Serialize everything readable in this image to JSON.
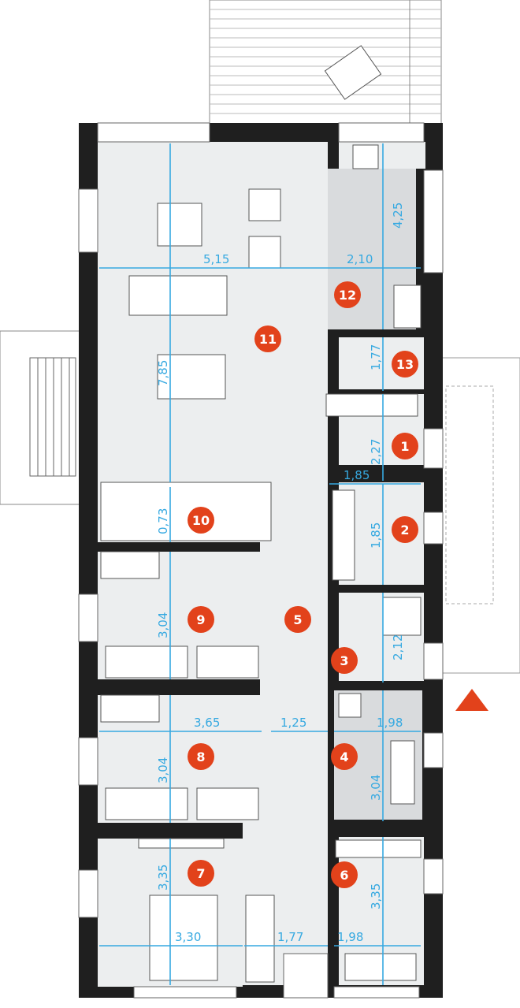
{
  "rooms": [
    {
      "label": "1"
    },
    {
      "label": "2"
    },
    {
      "label": "3"
    },
    {
      "label": "4"
    },
    {
      "label": "5"
    },
    {
      "label": "6"
    },
    {
      "label": "7"
    },
    {
      "label": "8"
    },
    {
      "label": "9"
    },
    {
      "label": "10"
    },
    {
      "label": "11"
    },
    {
      "label": "12"
    },
    {
      "label": "13"
    }
  ],
  "dimensions": [
    "5,15",
    "2,10",
    "4,25",
    "7,85",
    "1,77",
    "2,27",
    "1,85",
    "1,85",
    "0,73",
    "3,04",
    "2,12",
    "3,65",
    "1,25",
    "1,98",
    "3,04",
    "3,04",
    "3,35",
    "3,35",
    "3,30",
    "1,77",
    "1,98"
  ],
  "colors": {
    "wall": "#1f1f1f",
    "floor": "#eceeef",
    "dimension": "#36a9e1",
    "room_badge": "#e2421b",
    "entrance_arrow": "#e2421b"
  },
  "icons": [
    "entrance-arrow-icon"
  ]
}
